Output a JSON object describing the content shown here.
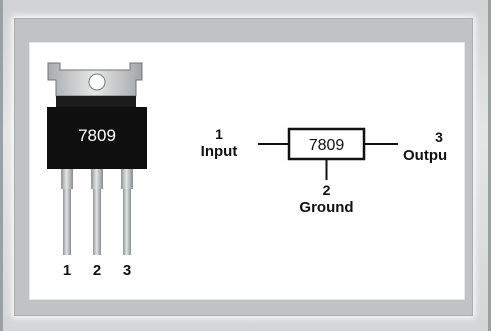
{
  "package": {
    "part_number": "7809",
    "pin_numbers": [
      "1",
      "2",
      "3"
    ]
  },
  "schematic": {
    "part_number": "7809",
    "input_pin": "1",
    "input_label": "Input",
    "output_pin": "3",
    "output_label": "Outpu",
    "ground_pin": "2",
    "ground_label": "Ground"
  },
  "colors": {
    "tab_metal": "#c8cacb",
    "body_black": "#111111",
    "leg_metal": "#b5b8b9",
    "frame": "#cfd3d4"
  }
}
